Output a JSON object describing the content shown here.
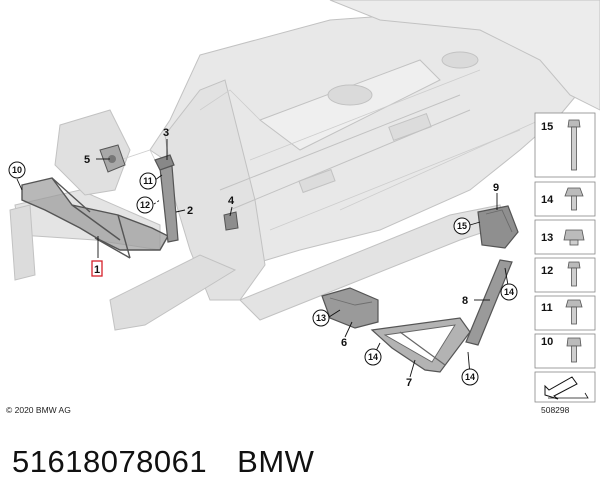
{
  "callouts": {
    "c1": "1",
    "c2": "2",
    "c3": "3",
    "c4": "4",
    "c5": "5",
    "c6": "6",
    "c7": "7",
    "c8": "8",
    "c9": "9",
    "c10": "10",
    "c11": "11",
    "c12": "12",
    "c13": "13",
    "c14": "14",
    "c15": "15"
  },
  "fastener_legend": [
    "15",
    "14",
    "13",
    "12",
    "11",
    "10"
  ],
  "copyright": "© 2020 BMW AG",
  "diagram_id": "508298",
  "footer": {
    "part_number": "51618078061",
    "brand": "BMW"
  },
  "colors": {
    "body_shell": "#e6e6e6",
    "body_line": "#c4c4c4",
    "part_fill": "#9a9a9a",
    "highlight": "#d6202a"
  }
}
